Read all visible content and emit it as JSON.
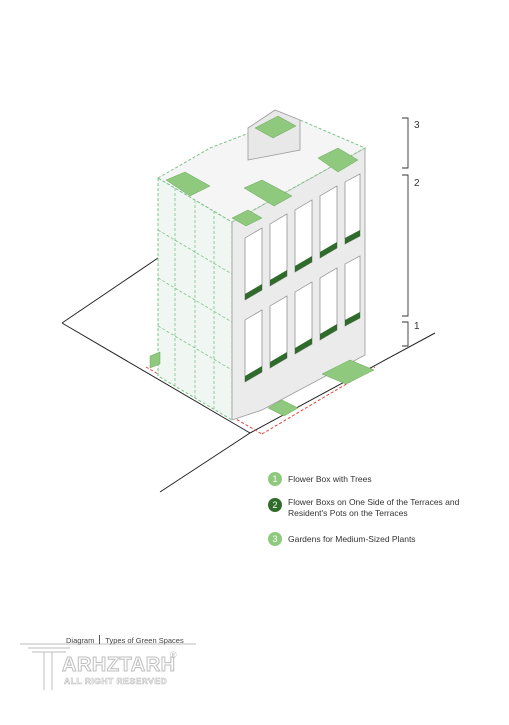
{
  "colors": {
    "light_green": "#8fc97d",
    "dark_green": "#2f6b2a",
    "mid_green": "#7fbf6a",
    "dashed_green": "#7cc48a",
    "red_dash": "#e0443a"
  },
  "brackets": [
    {
      "number": "3"
    },
    {
      "number": "2"
    },
    {
      "number": "1"
    }
  ],
  "legend": [
    {
      "number": "1",
      "text": "Flower Box with Trees",
      "color": "light_green"
    },
    {
      "number": "2",
      "text": "Flower Boxs on One Side of the Terraces and Resident's Pots on the Terraces",
      "color": "dark_green"
    },
    {
      "number": "3",
      "text": "Gardens for Medium-Sized Plants",
      "color": "light_green"
    }
  ],
  "footer": {
    "label": "Diagram",
    "title": "Types of Green Spaces"
  },
  "logo": {
    "word": "ARHZTARH",
    "tagline": "ALL RIGHT RESERVED",
    "reg": "®"
  }
}
